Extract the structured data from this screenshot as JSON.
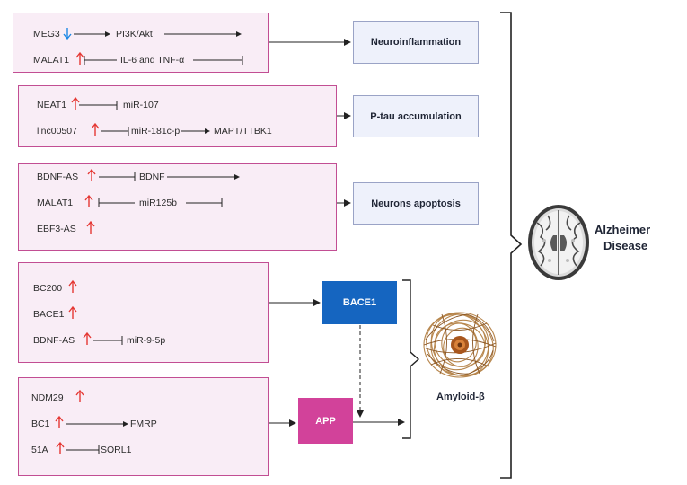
{
  "colors": {
    "panel_border": "#c24e93",
    "panel_fill": "#f9edf6",
    "output_fill": "#eef1fb",
    "up_arrow": "#e53935",
    "down_arrow": "#1e88e5",
    "bace1": "#1565c0",
    "app": "#d2429a"
  },
  "group1": {
    "meg3": "MEG3",
    "pi3k": "PI3K/Akt",
    "malat1": "MALAT1",
    "il6": "IL-6 and TNF-α",
    "outcome": "Neuroinflammation"
  },
  "group2": {
    "neat1": "NEAT1",
    "mir107": "miR-107",
    "linc": "linc00507",
    "mir181": "miR-181c-p",
    "mapt": "MAPT/TTBK1",
    "outcome": "P-tau accumulation"
  },
  "group3": {
    "bdnfas": "BDNF-AS",
    "bdnf": "BDNF",
    "malat1": "MALAT1",
    "mir125": "miR125b",
    "ebf3": "EBF3-AS",
    "outcome": "Neurons apoptosis"
  },
  "group4": {
    "bc200": "BC200",
    "bace1": "BACE1",
    "bdnfas": "BDNF-AS",
    "mir9": "miR-9-5p",
    "target": "BACE1"
  },
  "group5": {
    "ndm29": "NDM29",
    "bc1": "BC1",
    "fmrp": "FMRP",
    "a51": "51A",
    "sorl1": "SORL1",
    "target": "APP"
  },
  "amyloid": "Amyloid-β",
  "disease": {
    "line1": "Alzheimer",
    "line2": "Disease"
  }
}
